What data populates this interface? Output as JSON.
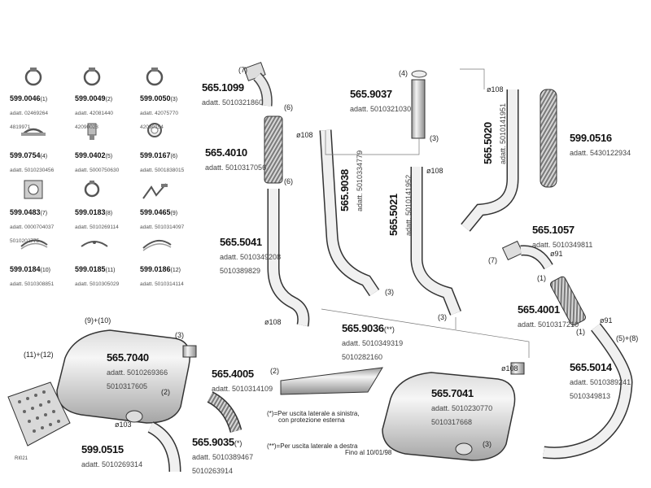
{
  "small_parts": [
    {
      "pn": "599.0046",
      "sq": "(1)",
      "ad1": "adatt. 02469264",
      "ad2": "4819971"
    },
    {
      "pn": "599.0049",
      "sq": "(2)",
      "ad1": "adatt. 42081440",
      "ad2": "42090023"
    },
    {
      "pn": "599.0050",
      "sq": "(3)",
      "ad1": "adatt. 42075770",
      "ad2": "42090154"
    },
    {
      "pn": "599.0754",
      "sq": "(4)",
      "ad1": "adatt. 5010230456",
      "ad2": ""
    },
    {
      "pn": "599.0402",
      "sq": "(5)",
      "ad1": "adatt. 5000750630",
      "ad2": ""
    },
    {
      "pn": "599.0167",
      "sq": "(6)",
      "ad1": "adatt. 5001838015",
      "ad2": ""
    },
    {
      "pn": "599.0483",
      "sq": "(7)",
      "ad1": "adatt. 0000704037",
      "ad2": "5010202775"
    },
    {
      "pn": "599.0183",
      "sq": "(8)",
      "ad1": "adatt. 5010269114",
      "ad2": ""
    },
    {
      "pn": "599.0465",
      "sq": "(9)",
      "ad1": "adatt. 5010314097",
      "ad2": ""
    },
    {
      "pn": "599.0184",
      "sq": "(10)",
      "ad1": "adatt. 5010308851",
      "ad2": ""
    },
    {
      "pn": "599.0185",
      "sq": "(11)",
      "ad1": "adatt. 5010305029",
      "ad2": ""
    },
    {
      "pn": "599.0186",
      "sq": "(12)",
      "ad1": "adatt. 5010314114",
      "ad2": ""
    }
  ],
  "main_parts": {
    "p5651099": {
      "pn": "565.1099",
      "ad1": "adatt. 5010321860",
      "ad2": ""
    },
    "p5654010": {
      "pn": "565.4010",
      "ad1": "adatt. 5010317056",
      "ad2": ""
    },
    "p5655041": {
      "pn": "565.5041",
      "ad1": "adatt. 5010349208",
      "ad2": "5010389829"
    },
    "p5659037": {
      "pn": "565.9037",
      "ad1": "adatt. 5010321030",
      "ad2": ""
    },
    "p5659038": {
      "pn": "565.9038",
      "ad1": "adatt. 5010334779",
      "ad2": ""
    },
    "p5655021": {
      "pn": "565.5021",
      "ad1": "adatt. 5010141952",
      "ad2": ""
    },
    "p5655020": {
      "pn": "565.5020",
      "ad1": "adatt. 5010141951",
      "ad2": ""
    },
    "p5990516": {
      "pn": "599.0516",
      "ad1": "adatt. 5430122934",
      "ad2": ""
    },
    "p5651057": {
      "pn": "565.1057",
      "ad1": "adatt. 5010349811",
      "ad2": ""
    },
    "p5654001": {
      "pn": "565.4001",
      "ad1": "adatt. 5010317210",
      "ad2": ""
    },
    "p5655014": {
      "pn": "565.5014",
      "ad1": "adatt. 5010389241",
      "ad2": "5010349813"
    },
    "p5659036": {
      "pn": "565.9036",
      "sup": "(**)",
      "ad1": "adatt. 5010349319",
      "ad2": "5010282160"
    },
    "p5657040": {
      "pn": "565.7040",
      "ad1": "adatt. 5010269366",
      "ad2": "5010317605"
    },
    "p5654005": {
      "pn": "565.4005",
      "ad1": "adatt. 5010314109",
      "ad2": ""
    },
    "p5657041": {
      "pn": "565.7041",
      "ad1": "adatt. 5010230770",
      "ad2": "5010317668"
    },
    "p5659035": {
      "pn": "565.9035",
      "sup": "(*)",
      "ad1": "adatt. 5010389467",
      "ad2": "5010263914"
    },
    "p5990515": {
      "pn": "599.0515",
      "ad1": "adatt. 5010269314",
      "ad2": ""
    }
  },
  "callouts": {
    "c7a": "(7)",
    "c6a": "(6)",
    "c6b": "(6)",
    "c4": "(4)",
    "c3a": "(3)",
    "c3b": "(3)",
    "c3c": "(3)",
    "c7b": "(7)",
    "c1": "(1)",
    "c1b": "(1)",
    "c58": "(5)+(8)",
    "c910": "(9)+(10)",
    "c1112": "(11)+(12)",
    "c3d": "(3)",
    "c2a": "(2)",
    "c2b": "(2)",
    "c3e": "(3)"
  },
  "diameters": {
    "d108a": "ø108",
    "d108b": "ø108",
    "d108c": "ø108",
    "d108d": "ø108",
    "d108e": "ø108",
    "d91a": "ø91",
    "d91b": "ø91",
    "d103": "ø103"
  },
  "notes": {
    "n1a": "(*)=Per uscita laterale a sinistra,",
    "n1b": "con protezione esterna",
    "n2a": "(**)=Per uscita laterale a destra",
    "n2b": "Fino al 10/01/98"
  },
  "ref": "RI021"
}
